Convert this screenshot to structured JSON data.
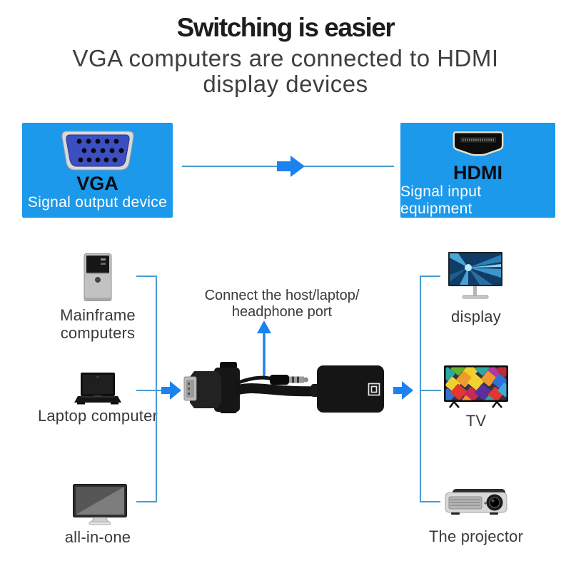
{
  "colors": {
    "box_blue": "#1c99ea",
    "arrow_blue": "#1b82f0",
    "line_blue": "#4a9cd3",
    "title_color": "#1d1d1d",
    "subtitle_color": "#3f3f3f",
    "label_color": "#3a3a3a"
  },
  "header": {
    "title": "Switching is easier",
    "subtitle_line1": "VGA computers are connected to HDMI",
    "subtitle_line2": "display devices"
  },
  "banner": {
    "vga_box": {
      "title": "VGA",
      "subtitle": "Signal output device"
    },
    "hdmi_box": {
      "title": "HDMI",
      "subtitle": "Signal input equipment"
    }
  },
  "annotation": {
    "line1": "Connect the host/laptop/",
    "line2": "headphone port"
  },
  "devices": {
    "left": [
      {
        "label_line1": "Mainframe",
        "label_line2": "computers"
      },
      {
        "label": "Laptop computer"
      },
      {
        "label": "all-in-one"
      }
    ],
    "right": [
      {
        "label": "display"
      },
      {
        "label": "TV"
      },
      {
        "label": "The projector"
      }
    ]
  },
  "icons": {
    "vga_connector": "blue 15-pin VGA plug face",
    "hdmi_connector": "black HDMI plug face",
    "right_arrow": "solid blue right arrow",
    "up_arrow": "solid blue up arrow",
    "tower_pc": "desktop tower computer",
    "laptop": "black laptop computer",
    "all_in_one": "all-in-one monitor",
    "display": "desktop monitor with blue wallpaper",
    "tv": "flat TV with colorful mosaic screen",
    "projector": "video projector",
    "adapter": "VGA to HDMI adapter cable with audio jack"
  }
}
